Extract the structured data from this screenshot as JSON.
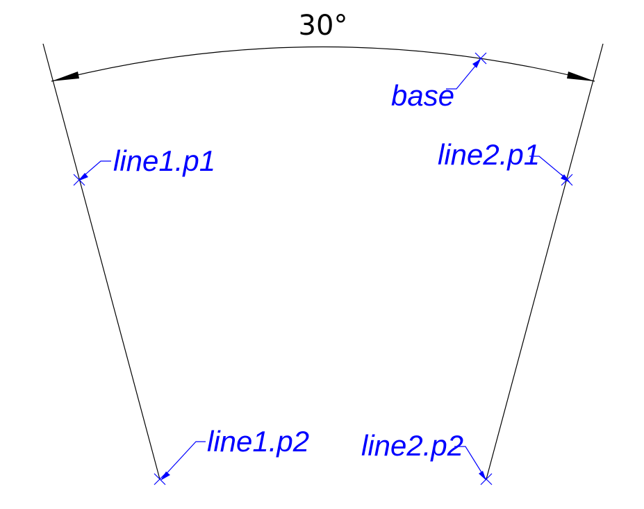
{
  "diagram": {
    "dimension": {
      "text": "30°"
    },
    "labels": {
      "base": "base",
      "line1_p1": "line1.p1",
      "line1_p2": "line1.p2",
      "line2_p1": "line2.p1",
      "line2_p2": "line2.p2"
    },
    "colors": {
      "geometry": "#000000",
      "annotation": "#0000ff",
      "background": "#ffffff"
    }
  }
}
